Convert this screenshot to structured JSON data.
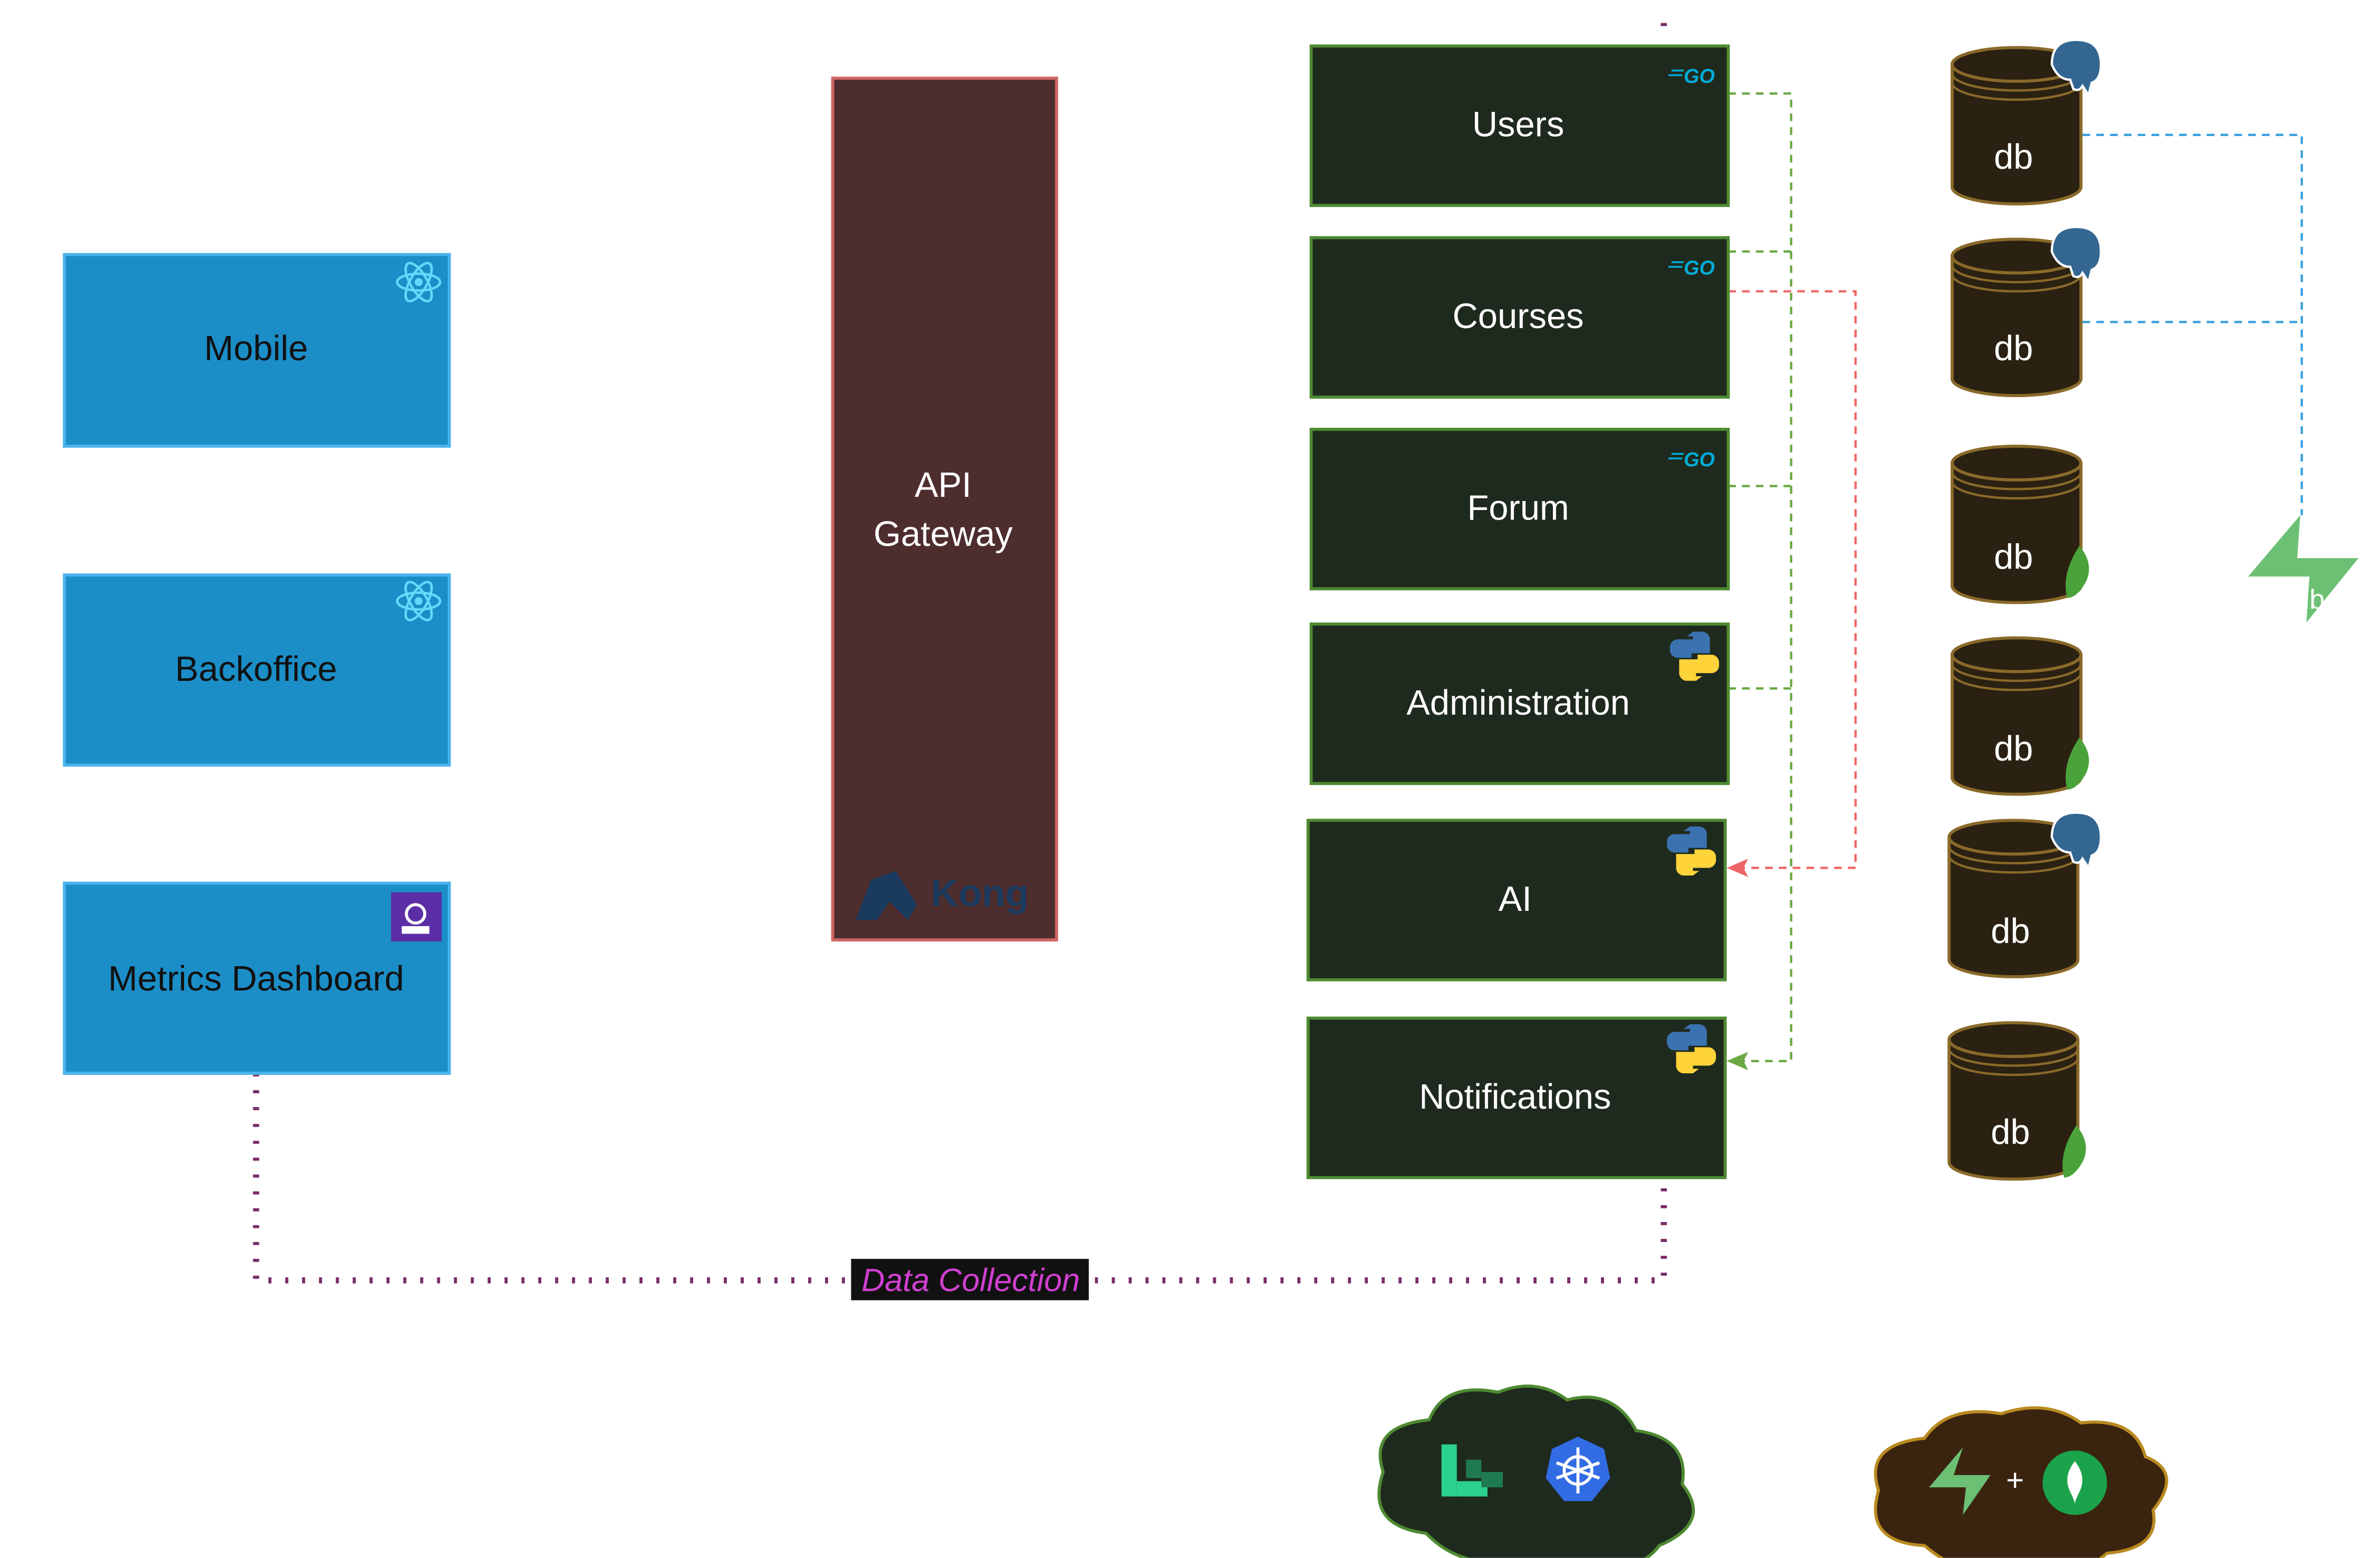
{
  "clients": [
    {
      "label": "Mobile",
      "icon": "react-icon"
    },
    {
      "label": "Backoffice",
      "icon": "react-icon"
    },
    {
      "label": "Metrics Dashboard",
      "icon": "grafana-icon"
    }
  ],
  "gateway": {
    "label_line1": "API",
    "label_line2": "Gateway",
    "logo_text": "Kong"
  },
  "services": [
    {
      "label": "Users",
      "icon": "go-icon"
    },
    {
      "label": "Courses",
      "icon": "go-icon"
    },
    {
      "label": "Forum",
      "icon": "go-icon"
    },
    {
      "label": "Administration",
      "icon": "python-icon"
    },
    {
      "label": "AI",
      "icon": "python-icon"
    },
    {
      "label": "Notifications",
      "icon": "python-icon"
    }
  ],
  "databases": [
    {
      "label": "db",
      "icon": "postgresql-icon"
    },
    {
      "label": "db",
      "icon": "postgresql-icon"
    },
    {
      "label": "db",
      "icon": "mongodb-leaf-icon"
    },
    {
      "label": "db",
      "icon": "mongodb-leaf-icon"
    },
    {
      "label": "db",
      "icon": "postgresql-icon"
    },
    {
      "label": "db",
      "icon": "mongodb-leaf-icon"
    }
  ],
  "go_text": "GO",
  "supabase": {
    "label": "db",
    "icon": "supabase-icon"
  },
  "data_collection_label": "Data Collection",
  "clouds": [
    {
      "icons": [
        "linkerd-icon",
        "kubernetes-icon"
      ]
    },
    {
      "plus": "+",
      "icons": [
        "supabase-icon",
        "mongodb-icon"
      ]
    }
  ],
  "colors": {
    "client_fill": "#1b8ec7",
    "gateway_fill": "#4e2d2e",
    "service_fill": "#1f2a1e",
    "db_fill": "#2b2112",
    "data_collection_line": "#772e67",
    "green_dashed": "#6aa843",
    "red_dashed": "#ef6666",
    "blue_dashed": "#3aa0e0",
    "data_collection_text": "#d040d0"
  }
}
